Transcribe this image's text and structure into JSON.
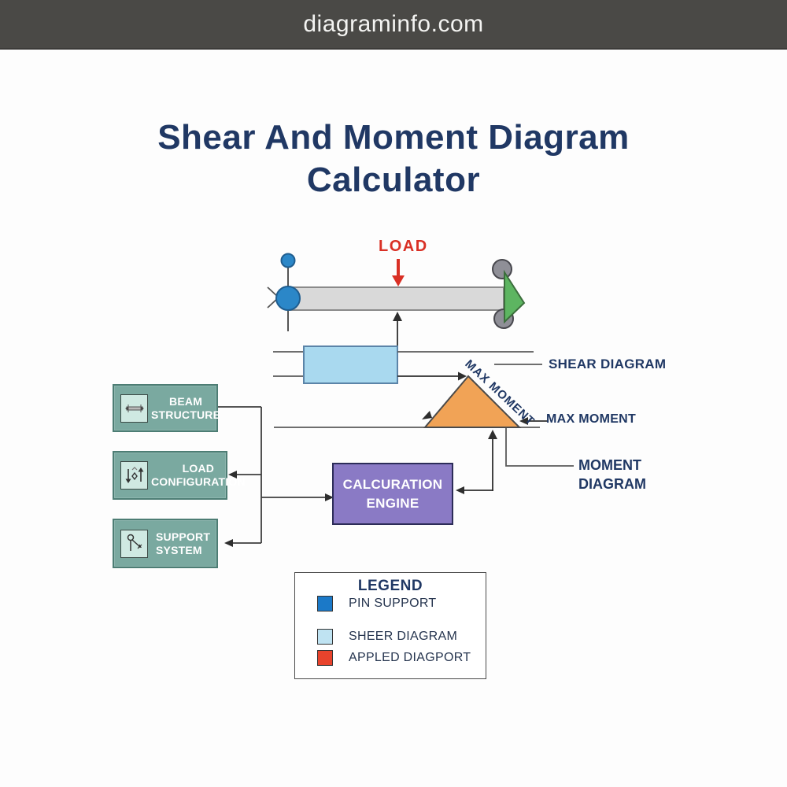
{
  "header": {
    "site_name": "diagraminfo.com",
    "bg_color": "#4a4946"
  },
  "title": {
    "full": "Shear And Moment Diagram Calculator",
    "line1": "Shear And Moment Diagram",
    "line2": "Calculator",
    "color": "#203864"
  },
  "beam_schematic": {
    "load_label": "LOAD",
    "load_color": "#d93025",
    "beam_fill": "#d9d9d9",
    "pin_support_color": "#2b87c8",
    "roller_triangle_color": "#5db561",
    "roller_wheel_color": "#8f8f97"
  },
  "annotations": {
    "shear_diagram": "SHEAR DIAGRAM",
    "max_moment": "MAX MOMENT",
    "max_moment_slope": "MAX MOMENT",
    "moment_diagram_line1": "MOMENT",
    "moment_diagram_line2": "DIAGRAM",
    "label_color": "#203864",
    "shear_rect_fill": "#a9d9ef",
    "moment_triangle_fill": "#f1a356"
  },
  "flow": {
    "box_fill": "#7aa9a0",
    "boxes": [
      {
        "label": "BEAM STRUCTURE",
        "icon": "beam-icon"
      },
      {
        "label": "LOAD CONFIGURATION",
        "icon": "load-arrows-icon"
      },
      {
        "label": "SUPPORT SYSTEM",
        "icon": "pin-support-icon"
      }
    ],
    "engine_label": "CALCURATION ENGINE",
    "engine_fill": "#8a7ac5"
  },
  "legend": {
    "title": "LEGEND",
    "items": [
      {
        "label": "PIN SUPPORT",
        "color": "#1b79c8"
      },
      {
        "label": "SHEER DIAGRAM",
        "color": "#bfe3f2"
      },
      {
        "label": "APPLED DIAGPORT",
        "color": "#e8432c"
      }
    ]
  }
}
